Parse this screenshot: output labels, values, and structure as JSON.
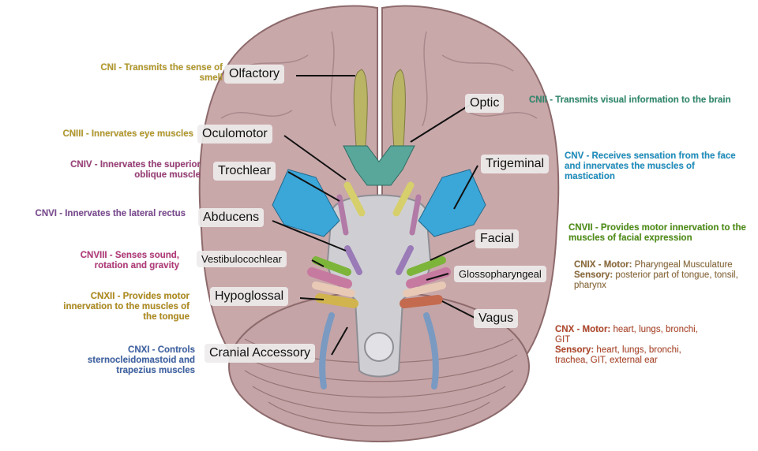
{
  "colors": {
    "brain": "#c9a8aa",
    "brain_stroke": "#8d6a6c",
    "cerebellum": "#c4a4a6",
    "brainstem": "#cfcfd3",
    "olfactory": "#b9b565",
    "optic": "#58a79a",
    "trigeminal": "#3ba6d8",
    "oculomotor": "#d6cf6b",
    "trochlear": "#b27aa6",
    "abducens": "#9a7ab7",
    "facial": "#7db43a",
    "vestibulocochlear": "#c77aa0",
    "glossopharyngeal": "#e8c9b6",
    "vagus": "#c46a4e",
    "hypoglossal": "#d1b44d",
    "accessory": "#7a9ac2"
  },
  "labels": {
    "olfactory": "Olfactory",
    "optic": "Optic",
    "oculomotor": "Oculomotor",
    "trochlear": "Trochlear",
    "trigeminal": "Trigeminal",
    "abducens": "Abducens",
    "facial": "Facial",
    "vestibulocochlear": "Vestibulocochlear",
    "glossopharyngeal": "Glossopharyngeal",
    "hypoglossal": "Hypoglossal",
    "vagus": "Vagus",
    "accessory": "Cranial Accessory"
  },
  "descriptions": {
    "cn1": "CNI - Transmits the sense of smell",
    "cn2": "CNII - Transmits visual information to the brain",
    "cn3": "CNIII - Innervates eye muscles",
    "cn4": "CNIV - Innervates the superior oblique muscle",
    "cn5": "CNV - Receives sensation from the face and innervates the muscles of mastication",
    "cn6": "CNVI - Innervates the lateral rectus",
    "cn7": "CNVII - Provides motor innervation to the muscles of facial expression",
    "cn8": "CNVIII - Senses sound, rotation and gravity",
    "cn9_motor_head": "CNIX - Motor:",
    "cn9_motor": "Pharyngeal Musculature",
    "cn9_sensory_head": "Sensory:",
    "cn9_sensory": "posterior part of tongue, tonsil, pharynx",
    "cn10_motor_head": "CNX - Motor:",
    "cn10_motor": "heart, lungs, bronchi, GIT",
    "cn10_sensory_head": "Sensory:",
    "cn10_sensory": "heart, lungs, bronchi, trachea, GIT, external ear",
    "cn11": "CNXI - Controls sternocleidomastoid and trapezius muscles",
    "cn12": "CNXII - Provides motor innervation to the muscles of the tongue"
  }
}
